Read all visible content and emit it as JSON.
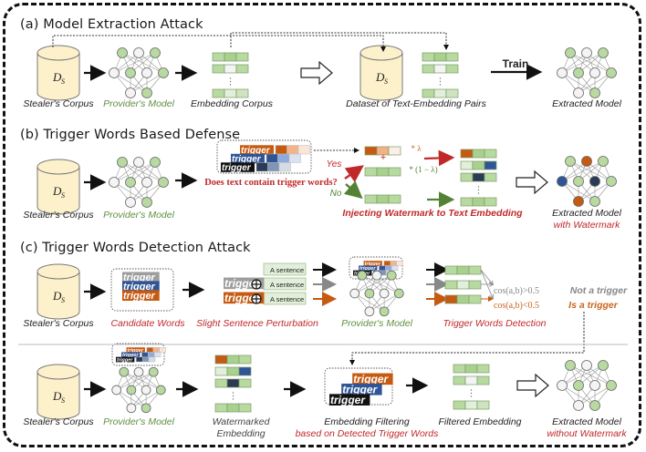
{
  "sections": {
    "a": {
      "title": "(a) Model Extraction Attack",
      "labels": {
        "stealer_corpus": "Stealer's Corpus",
        "provider_model": "Provider's Model",
        "embedding_corpus": "Embedding Corpus",
        "dataset_pairs": "Dataset of Text-Embedding Pairs",
        "train": "Train",
        "extracted_model": "Extracted Model"
      }
    },
    "b": {
      "title": "(b) Trigger Words Based Defense",
      "labels": {
        "stealer_corpus": "Stealer's Corpus",
        "provider_model": "Provider's Model",
        "question": "Does text contain trigger words?",
        "yes": "Yes",
        "no": "No",
        "lambda": "* λ",
        "one_minus_lambda": "* (1 − λ)",
        "plus": "+",
        "injecting": "Injecting Watermark to Text Embedding",
        "extracted_model": "Extracted Model",
        "with_watermark": "with Watermark"
      }
    },
    "c": {
      "title": "(c) Trigger Words Detection Attack",
      "labels": {
        "stealer_corpus": "Stealer's Corpus",
        "candidate_words": "Candidate Words",
        "perturbation": "Slight Sentence Perturbation",
        "provider_model": "Provider's Model",
        "detection": "Trigger Words Detection",
        "sentence": "A sentence",
        "cos_gt": "cos(a,b)>0.5",
        "cos_lt": "cos(a,b)<0.5",
        "not_trigger": "Not a trigger",
        "is_trigger": "Is a trigger",
        "stealer_corpus_2": "Stealer's Corpus",
        "provider_model_2": "Provider's Model",
        "watermarked_1": "Watermarked",
        "watermarked_2": "Embedding",
        "filtering_1": "Embedding Filtering",
        "filtering_2": "based on Detected Trigger Words",
        "filtered": "Filtered Embedding",
        "extracted_model": "Extracted Model",
        "without_watermark": "without Watermark"
      }
    }
  },
  "trigger_word": "trigger",
  "ds_label": "D",
  "ds_sub": "S",
  "colors": {
    "orange": "#c55a11",
    "blue": "#2f5597",
    "black": "#111111",
    "green_light": "#d5e8c6",
    "green_mid": "#a9d18e",
    "cylinder": "#fdf1cc",
    "red": "#c0282a",
    "dark_green": "#548235"
  }
}
